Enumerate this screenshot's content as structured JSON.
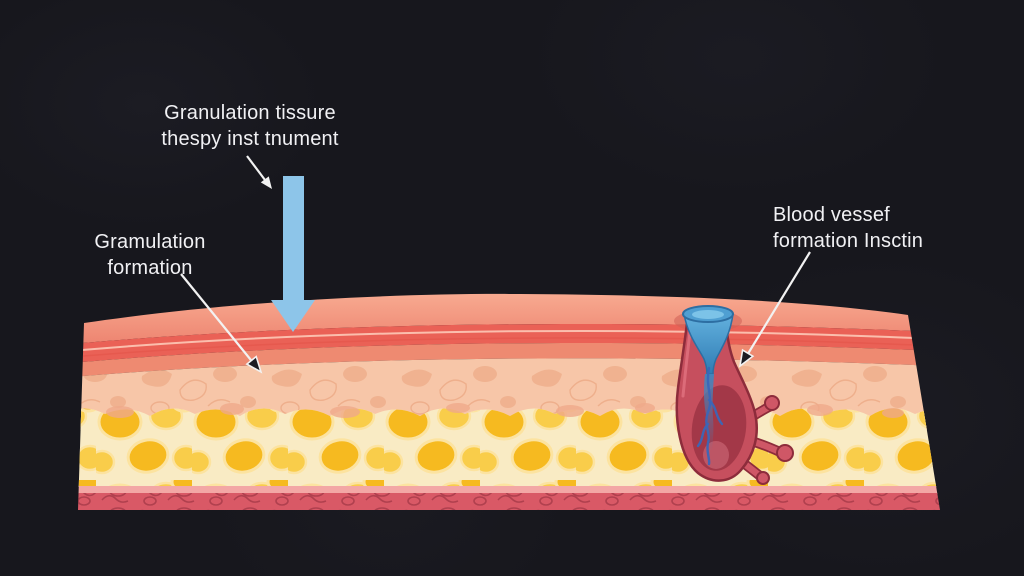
{
  "title": "Skin cross-section wound healing diagram",
  "background": "#17171d",
  "labels": {
    "instrument": {
      "line1": "Granulation tissure",
      "line2": "thespy inst tnument"
    },
    "granulation": {
      "line1": "Gramulation",
      "line2": "formation"
    },
    "blood_vessel": {
      "line1": "Blood vessef",
      "line2": "formation Insctin"
    }
  },
  "colors": {
    "background": "#17171d",
    "label_text": "#f1f1f4",
    "arrow_blue": "#8dc5e9",
    "annotation_line": "#f2f2f2",
    "annotation_head": "#1b1b22",
    "epidermis_top": "#f8ab91",
    "epidermis_mid": "#ee8672",
    "epidermis_red": "#ea6156",
    "epidermis_line": "#fcc3b2",
    "epidermis_salmon": "#ee8a71",
    "dermis": "#f7c6a8",
    "dermis_texture": "#e0885f",
    "fat_bg": "#f9ebc4",
    "fat_blob": "#f6ba20",
    "fat_blob_light": "#f9cd4a",
    "fat_blob_rim": "#fce3a0",
    "fat_gap_pink": "#efa98a",
    "pink_line": "#f3a7a5",
    "base_red": "#d95966",
    "base_texture": "#a63a48",
    "vessel_blue": "#4f9fd2",
    "vessel_blue_dark": "#2d6ea2",
    "vessel_blue_light": "#7cc3e8",
    "vein_blue": "#3a66b8",
    "sac_red": "#c64f5e",
    "sac_outline": "#8d2c3b",
    "sac_inner": "#9e3646",
    "branch_red": "#cf5766"
  }
}
